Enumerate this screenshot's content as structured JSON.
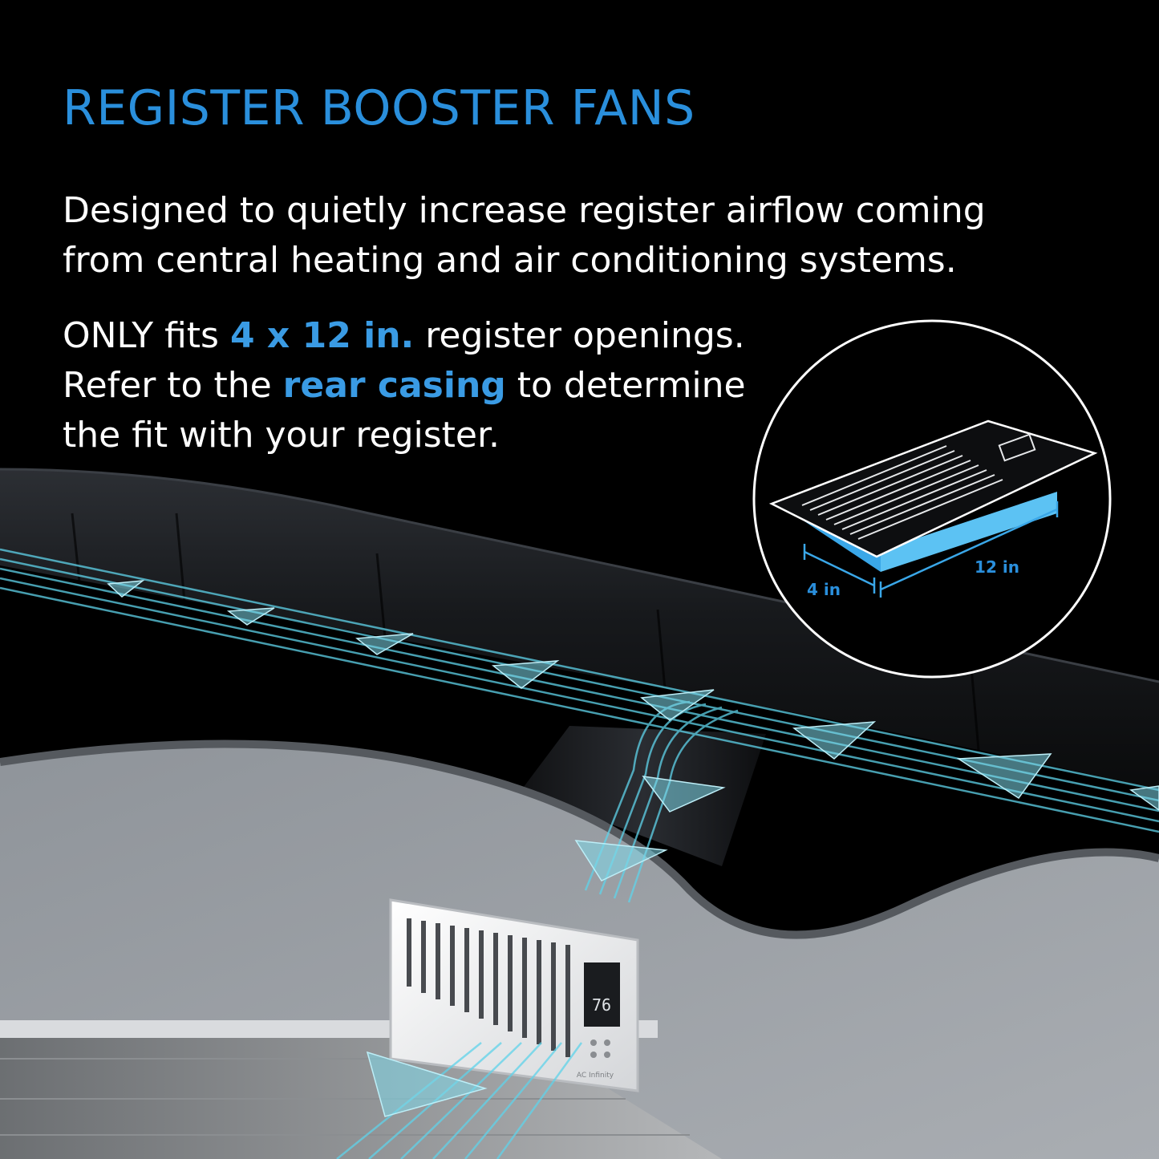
{
  "headline": "REGISTER BOOSTER FANS",
  "description": {
    "line1": "Designed to quietly increase register airflow coming",
    "line2": "from central heating and air conditioning systems."
  },
  "fit_note": {
    "line1_pre": "ONLY fits ",
    "line1_size": "4 x 12 in.",
    "line1_post": " register openings.",
    "line2_pre": "Refer to the ",
    "line2_highlight": "rear casing",
    "line2_post": " to determine",
    "line3": "the fit with your register."
  },
  "inset": {
    "width_label": "4 in",
    "length_label": "12 in"
  },
  "device": {
    "display_value": "76",
    "brand": "AC Infinity"
  },
  "colors": {
    "accent": "#2a8fdc",
    "airflow": "#5fd3ea",
    "background": "#000000",
    "wall": "#9a9fa5"
  },
  "icons": [
    "airflow-arrow-icon",
    "register-grille-icon"
  ]
}
